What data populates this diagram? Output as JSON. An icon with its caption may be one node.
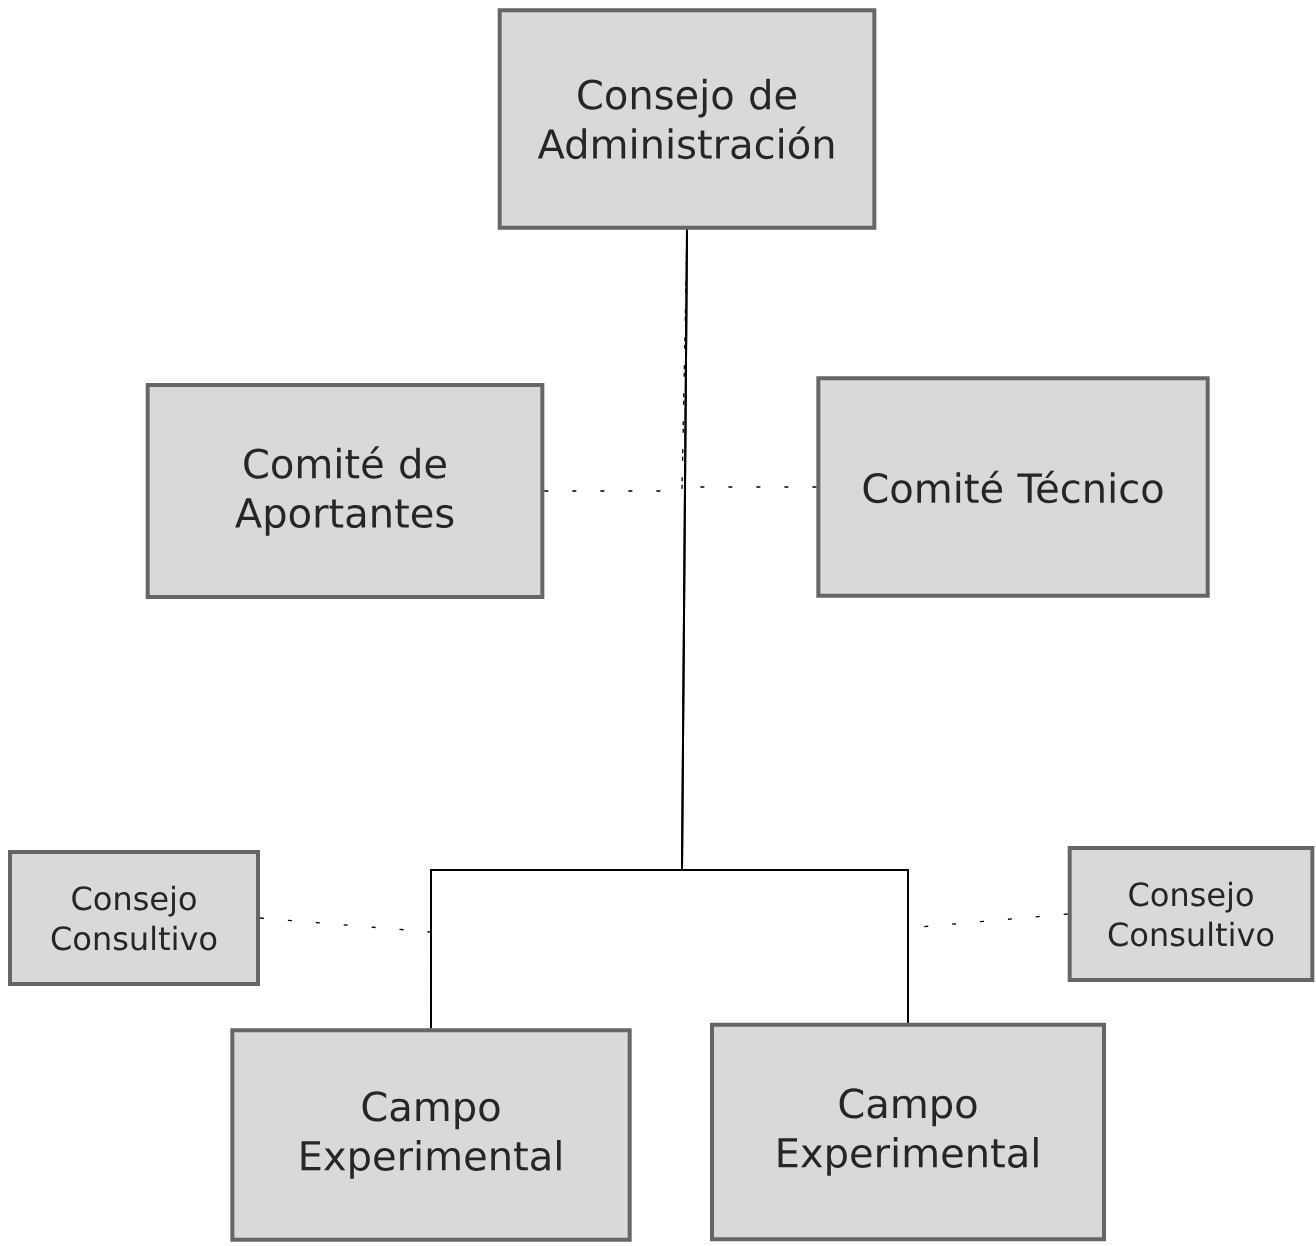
{
  "diagram": {
    "nodes": [
      {
        "text": [
          "Consejo de Administración"
        ]
      },
      {
        "text": [
          "Comité de Aportantes"
        ]
      },
      {
        "text": [
          "Comité Técnico"
        ]
      },
      {
        "text": [
          "Consejo Consultivo"
        ]
      },
      {
        "text": [
          "Consejo Consultivo"
        ]
      },
      {
        "text": [
          "Campo Experimental"
        ]
      },
      {
        "text": [
          "Campo Experimental"
        ]
      }
    ],
    "edges": [
      {
        "from": 0,
        "to": 5,
        "arrow": "none"
      },
      {
        "from": 0,
        "to": 6,
        "arrow": "none"
      },
      {
        "from": 1,
        "to": 0,
        "arrow": "none",
        "style": "dashed"
      },
      {
        "from": 0,
        "to": 2,
        "arrow": "none",
        "style": "dashed"
      },
      {
        "from": 3,
        "to": 5,
        "arrow": "none",
        "style": "dashed"
      },
      {
        "from": 4,
        "to": 6,
        "arrow": "none",
        "style": "dashed"
      }
    ]
  }
}
